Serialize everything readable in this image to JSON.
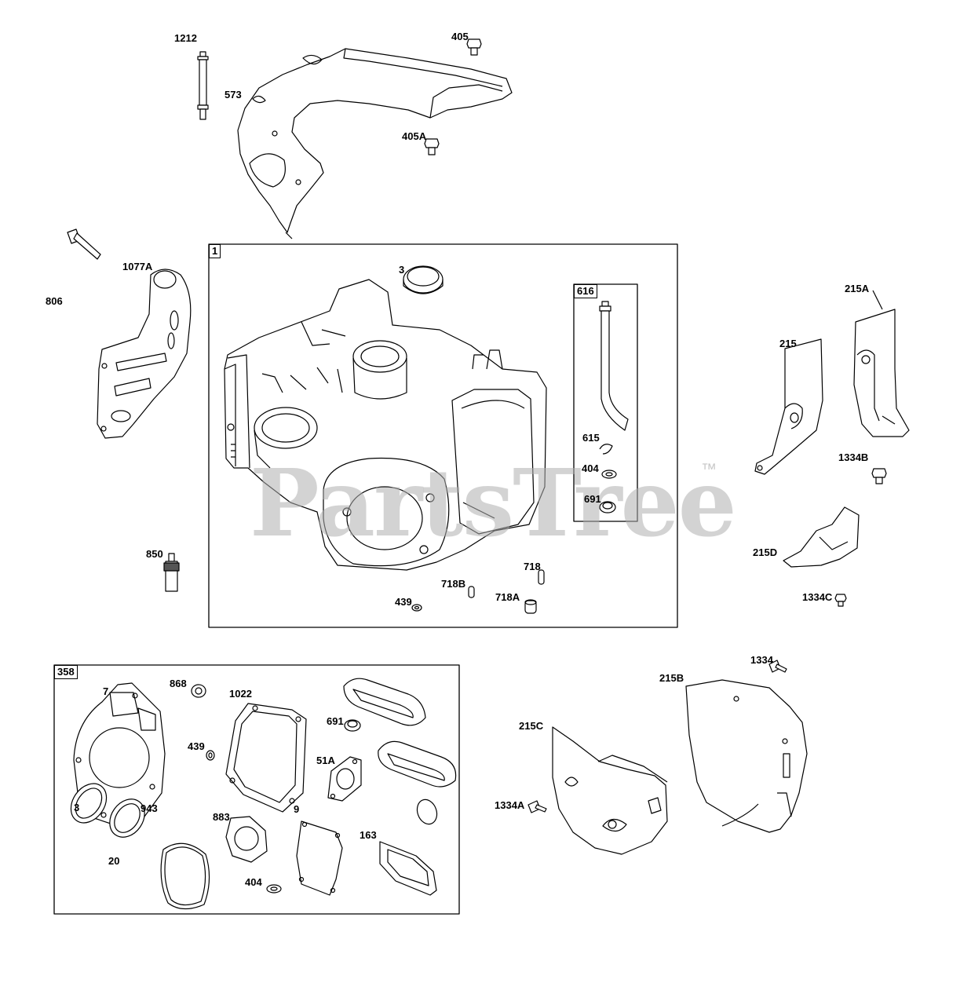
{
  "watermark": {
    "text": "PartsTree",
    "trademark": "™"
  },
  "groups": [
    {
      "key": "engine_block",
      "label": "1"
    },
    {
      "key": "dipstick_kit",
      "label": "616"
    },
    {
      "key": "gasket_set",
      "label": "358"
    }
  ],
  "callouts": [
    {
      "part": "1212"
    },
    {
      "part": "405"
    },
    {
      "part": "573"
    },
    {
      "part": "405A"
    },
    {
      "part": "1077A"
    },
    {
      "part": "806"
    },
    {
      "part": "3"
    },
    {
      "part": "615"
    },
    {
      "part": "404"
    },
    {
      "part": "691"
    },
    {
      "part": "850"
    },
    {
      "part": "718"
    },
    {
      "part": "718B"
    },
    {
      "part": "718A"
    },
    {
      "part": "439"
    },
    {
      "part": "215A"
    },
    {
      "part": "215"
    },
    {
      "part": "1334B"
    },
    {
      "part": "215D"
    },
    {
      "part": "1334C"
    },
    {
      "part": "7"
    },
    {
      "part": "868"
    },
    {
      "part": "1022"
    },
    {
      "part": "691"
    },
    {
      "part": "439"
    },
    {
      "part": "51A"
    },
    {
      "part": "3"
    },
    {
      "part": "943"
    },
    {
      "part": "883"
    },
    {
      "part": "9"
    },
    {
      "part": "163"
    },
    {
      "part": "20"
    },
    {
      "part": "404"
    },
    {
      "part": "1334"
    },
    {
      "part": "215B"
    },
    {
      "part": "215C"
    },
    {
      "part": "1334A"
    }
  ]
}
